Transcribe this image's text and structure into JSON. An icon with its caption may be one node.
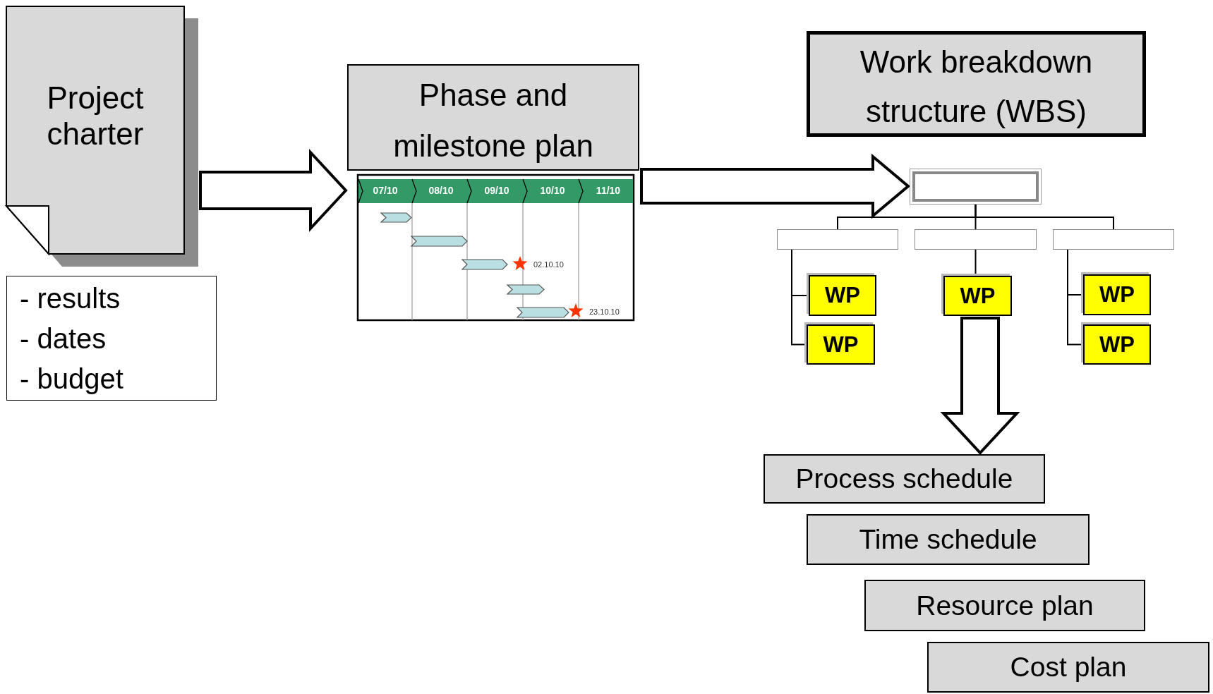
{
  "diagram": {
    "nodes": [
      {
        "text": [
          "Project charter"
        ]
      },
      {
        "text": [
          "- results",
          "- dates",
          "- budget"
        ]
      },
      {
        "text": [
          "Phase and milestone plan"
        ]
      },
      {
        "text": [
          "Work breakdown structure (WBS)"
        ]
      },
      {
        "text": [],
        "shape": "box"
      },
      {
        "text": [],
        "shape": "box"
      },
      {
        "text": [],
        "shape": "box"
      },
      {
        "text": [],
        "shape": "box"
      },
      {
        "text": [
          "WP"
        ]
      },
      {
        "text": [
          "WP"
        ]
      },
      {
        "text": [
          "WP"
        ]
      },
      {
        "text": [
          "WP"
        ]
      },
      {
        "text": [
          "WP"
        ]
      },
      {
        "text": [
          "Process schedule"
        ]
      },
      {
        "text": [
          "Time schedule"
        ]
      },
      {
        "text": [
          "Resource plan"
        ]
      },
      {
        "text": [
          "Cost plan"
        ]
      }
    ],
    "edges": [
      {
        "from": 0,
        "to": 2,
        "arrow": "to"
      },
      {
        "from": 2,
        "to": 4,
        "arrow": "to"
      },
      {
        "from": 4,
        "to": 5,
        "arrow": "none"
      },
      {
        "from": 4,
        "to": 6,
        "arrow": "none"
      },
      {
        "from": 4,
        "to": 7,
        "arrow": "none"
      },
      {
        "from": 5,
        "to": 8,
        "arrow": "none"
      },
      {
        "from": 5,
        "to": 11,
        "arrow": "none"
      },
      {
        "from": 6,
        "to": 9,
        "arrow": "none"
      },
      {
        "from": 7,
        "to": 10,
        "arrow": "none"
      },
      {
        "from": 7,
        "to": 12,
        "arrow": "none"
      },
      {
        "from": 9,
        "to": 13,
        "arrow": "to"
      }
    ],
    "labels": [
      "07/10",
      "08/10",
      "09/10",
      "10/10",
      "11/10",
      "02.10.10",
      "23.10.10"
    ]
  }
}
